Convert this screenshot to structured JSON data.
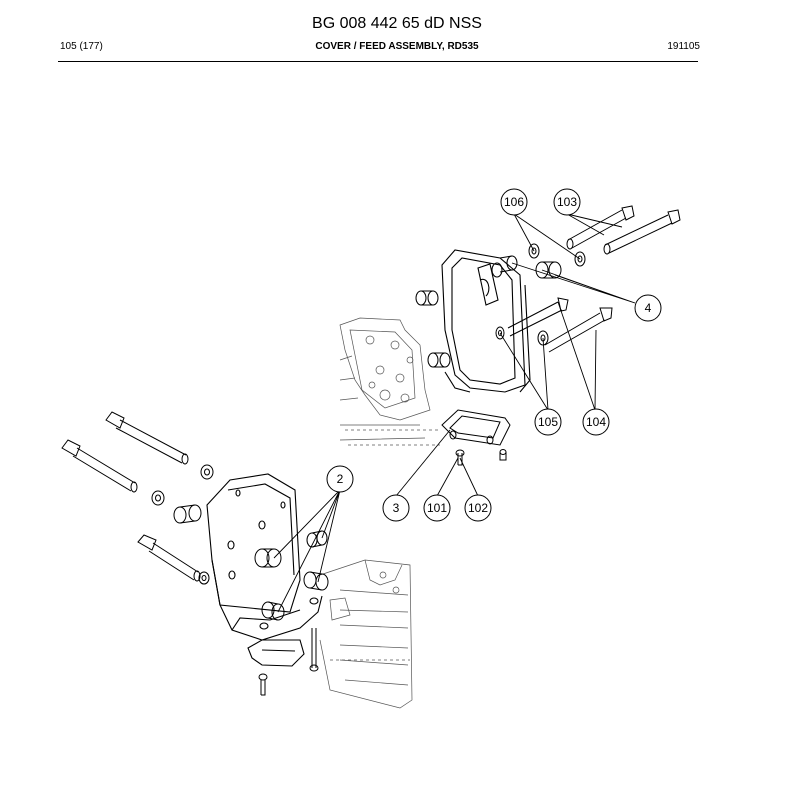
{
  "header": {
    "document_number": "BG 008 442 65 dD NSS",
    "page": "105 (177)",
    "section_title": "COVER / FEED ASSEMBLY, RD535",
    "date_code": "191105"
  },
  "callouts": [
    "106",
    "103",
    "4",
    "105",
    "104",
    "2",
    "3",
    "101",
    "102"
  ]
}
